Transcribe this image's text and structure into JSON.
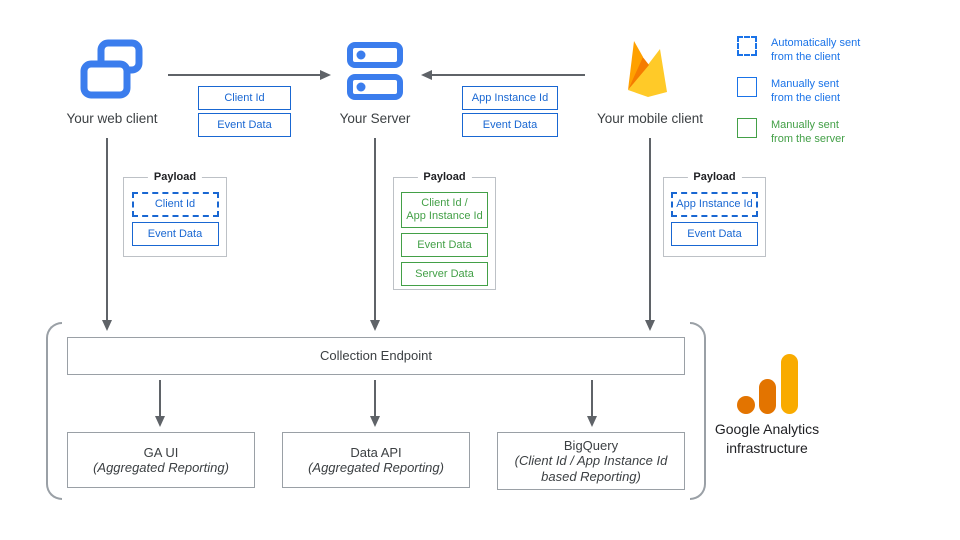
{
  "sources": {
    "web": {
      "label": "Your web client",
      "icon": "overlapping-windows-icon"
    },
    "server": {
      "label": "Your Server",
      "icon": "server-stack-icon"
    },
    "mobile": {
      "label": "Your mobile client",
      "icon": "firebase-flame-icon"
    }
  },
  "flows": {
    "web_to_server": {
      "fields": [
        "Client Id",
        "Event Data"
      ]
    },
    "mobile_to_server": {
      "fields": [
        "App Instance Id",
        "Event Data"
      ]
    }
  },
  "legend": [
    {
      "line1": "Automatically sent",
      "line2": "from the client",
      "style": "dashed-blue"
    },
    {
      "line1": "Manually sent",
      "line2": "from the client",
      "style": "solid-blue"
    },
    {
      "line1": "Manually sent",
      "line2": "from the server",
      "style": "solid-green"
    }
  ],
  "payloads": {
    "web": {
      "title": "Payload",
      "fields": [
        {
          "label": "Client Id",
          "style": "dashed-blue"
        },
        {
          "label": "Event Data",
          "style": "solid-blue"
        }
      ]
    },
    "server": {
      "title": "Payload",
      "fields": [
        {
          "label": "Client Id /\nApp Instance Id",
          "style": "solid-green"
        },
        {
          "label": "Event Data",
          "style": "solid-green"
        },
        {
          "label": "Server Data",
          "style": "solid-green"
        }
      ]
    },
    "mobile": {
      "title": "Payload",
      "fields": [
        {
          "label": "App Instance Id",
          "style": "dashed-blue"
        },
        {
          "label": "Event Data",
          "style": "solid-blue"
        }
      ]
    }
  },
  "infrastructure": {
    "endpoint": "Collection Endpoint",
    "outputs": [
      {
        "title": "GA UI",
        "subtitle": "(Aggregated Reporting)"
      },
      {
        "title": "Data API",
        "subtitle": "(Aggregated Reporting)"
      },
      {
        "title": "BigQuery",
        "subtitle": "(Client Id / App Instance Id\nbased Reporting)"
      }
    ],
    "brand_line1": "Google Analytics",
    "brand_line2": "infrastructure",
    "brand_icon": "google-analytics-logo-icon"
  },
  "colors": {
    "field_blue": "#1967D2",
    "legend_blue": "#1A73E8",
    "green": "#43A047",
    "icon_blue": "#3B7DED",
    "arrow_gray": "#5F6368",
    "box_border_gray": "#9AA0A6",
    "payload_border_gray": "#BDC1C6",
    "firebase_yellow": "#FFCA28",
    "firebase_orange": "#FFA000",
    "firebase_deep_orange": "#F57C00",
    "ga_orange": "#E37400",
    "ga_amber": "#F9AB00"
  }
}
